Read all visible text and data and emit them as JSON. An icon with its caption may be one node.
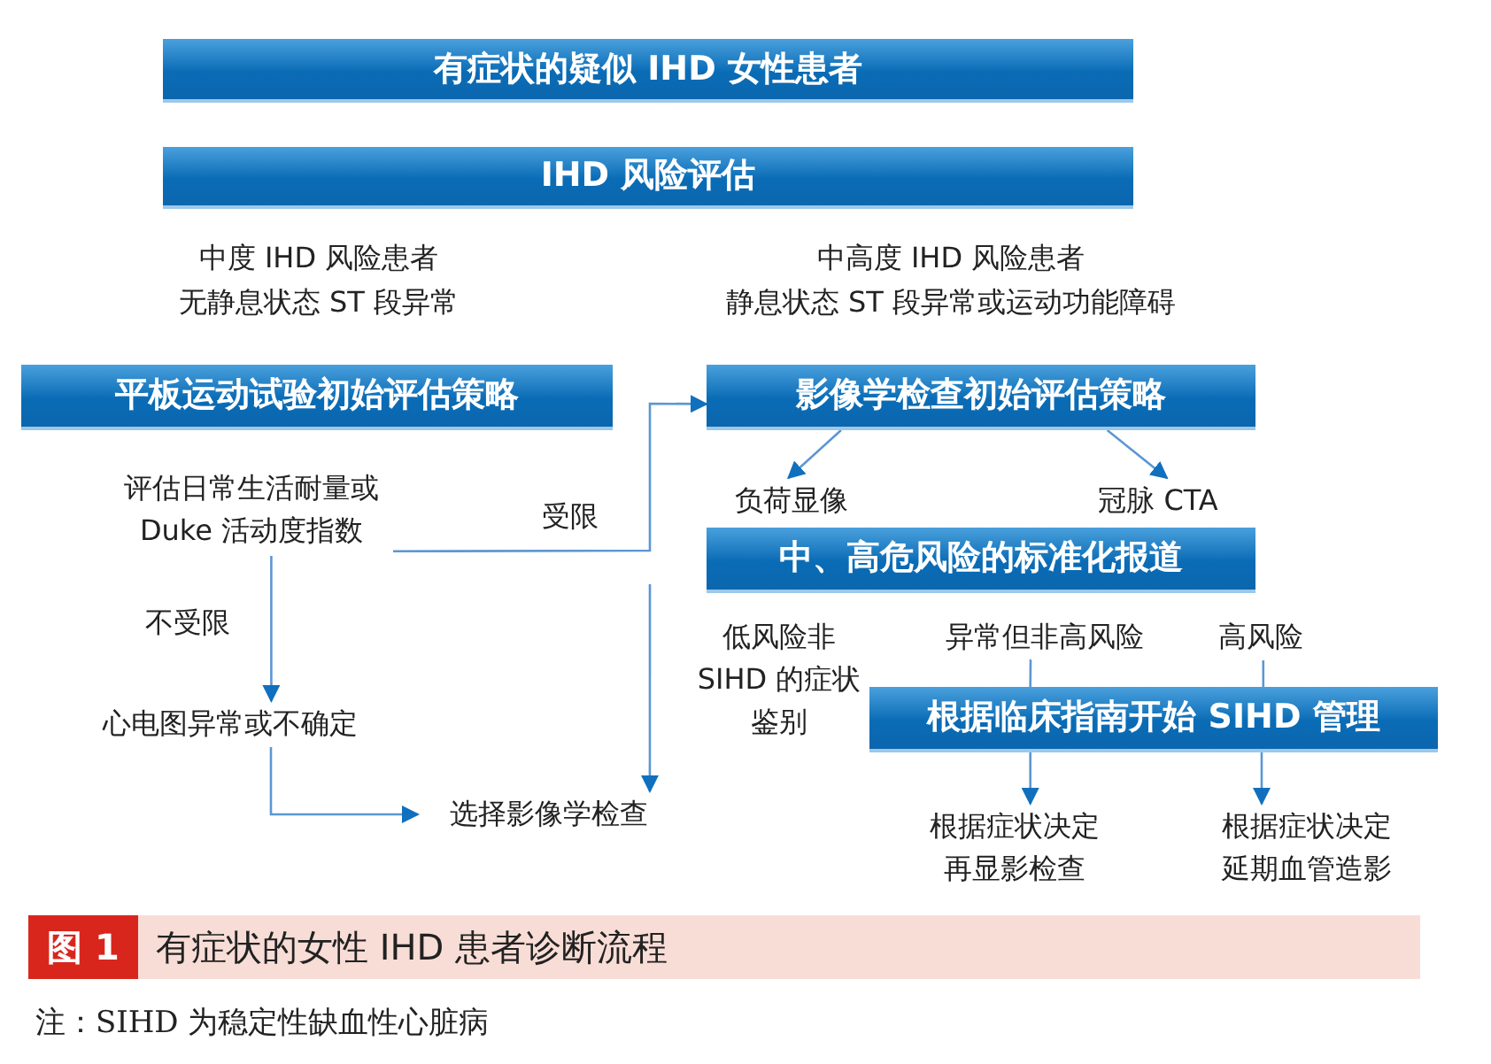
{
  "diagram": {
    "caption": "有症状的女性 IHD 患者诊断流程",
    "nodes": [
      {
        "text": [
          "有症状的疑似 IHD 女性患者"
        ]
      },
      {
        "text": [
          "IHD 风险评估"
        ]
      },
      {
        "text": [
          "平板运动试验初始评估策略"
        ]
      },
      {
        "text": [
          "影像学检查初始评估策略"
        ]
      },
      {
        "text": [
          "评估日常生活耐量或 Duke 活动度指数"
        ]
      },
      {
        "text": [
          "心电图异常或不确定"
        ]
      },
      {
        "text": [
          "选择影像学检查"
        ]
      },
      {
        "text": [
          "负荷显像"
        ]
      },
      {
        "text": [
          "冠脉 CTA"
        ]
      },
      {
        "text": [
          "中、高危风险的标准化报道"
        ]
      },
      {
        "text": [
          "低风险非 SIHD 的症状鉴别"
        ]
      },
      {
        "text": [
          "异常但非高风险"
        ]
      },
      {
        "text": [
          "高风险"
        ]
      },
      {
        "text": [
          "根据临床指南开始 SIHD 管理"
        ]
      },
      {
        "text": [
          "根据症状决定再显影检查"
        ]
      },
      {
        "text": [
          "根据症状决定延期血管造影"
        ]
      }
    ],
    "edges": [
      {
        "from": 4,
        "to": 3,
        "arrow": "to",
        "label": "受限"
      },
      {
        "from": 4,
        "to": 5,
        "arrow": "to",
        "label": "不受限"
      },
      {
        "from": 5,
        "to": 6,
        "arrow": "to"
      },
      {
        "from": null,
        "to": 6,
        "arrow": "to"
      },
      {
        "from": 3,
        "to": 7,
        "arrow": "to"
      },
      {
        "from": 3,
        "to": 8,
        "arrow": "to"
      },
      {
        "from": 11,
        "to": 13,
        "arrow": "none"
      },
      {
        "from": 12,
        "to": 13,
        "arrow": "none"
      },
      {
        "from": 13,
        "to": 14,
        "arrow": "to"
      },
      {
        "from": 13,
        "to": 15,
        "arrow": "to"
      }
    ],
    "labels": [
      "中度 IHD 风险患者",
      "无静息状态 ST 段异常",
      "中高度 IHD 风险患者",
      "静息状态 ST 段异常或运动功能障碍",
      "图 1",
      "注：SIHD 为稳定性缺血性心脏病"
    ]
  }
}
